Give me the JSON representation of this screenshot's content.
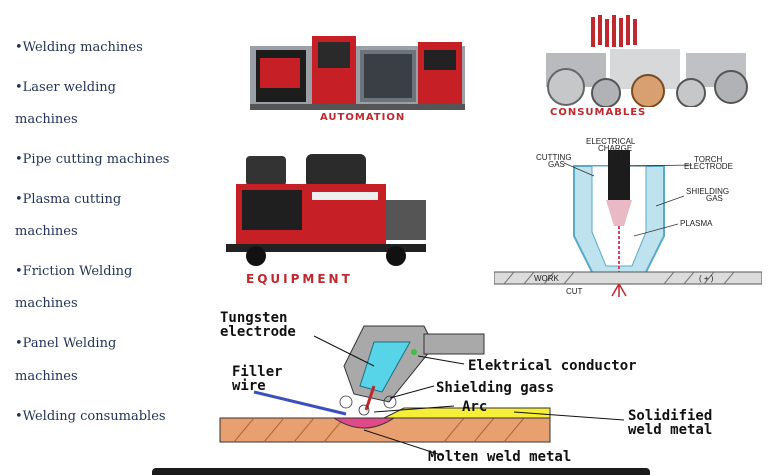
{
  "menu": {
    "items": [
      {
        "line1": "•Welding machines",
        "line2": ""
      },
      {
        "line1": "•Laser welding",
        "line2": "machines"
      },
      {
        "line1": "•Pipe cutting machines",
        "line2": ""
      },
      {
        "line1": "•Plasma cutting",
        "line2": "machines"
      },
      {
        "line1": "•Friction Welding",
        "line2": "machines"
      },
      {
        "line1": "•Panel Welding",
        "line2": "machines"
      },
      {
        "line1": "•Welding consumables",
        "line2": ""
      }
    ]
  },
  "images": {
    "automation_label": "AUTOMATION",
    "consumables_label": "CONSUMABLES",
    "equipment_label": "EQUIPMENT"
  },
  "plasma_diagram": {
    "electrical_charge": "ELECTRICAL",
    "electrical_charge2": "CHARGE",
    "minus": "( - )",
    "cutting_gas": "CUTTING",
    "cutting_gas2": "GAS",
    "torch_electrode": "TORCH",
    "torch_electrode2": "ELECTRODE",
    "shielding_gas": "SHIELDING",
    "shielding_gas2": "GAS",
    "plasma": "PLASMA",
    "work": "WORK",
    "plus": "( + )",
    "cut": "CUT"
  },
  "tig_diagram": {
    "tungsten": "Tungsten",
    "electrode": "electrode",
    "elektrical_conductor": "Elektrical conductor",
    "filler": "Filler",
    "wire": "wire",
    "shielding_gass": "Shielding gass",
    "arc": "Arc",
    "solidified": "Solidified",
    "weld_metal": "weld metal",
    "molten_weld_metal": "Molten weld metal"
  },
  "colors": {
    "menu_text": "#22335a",
    "label_red": "#c0282d"
  }
}
